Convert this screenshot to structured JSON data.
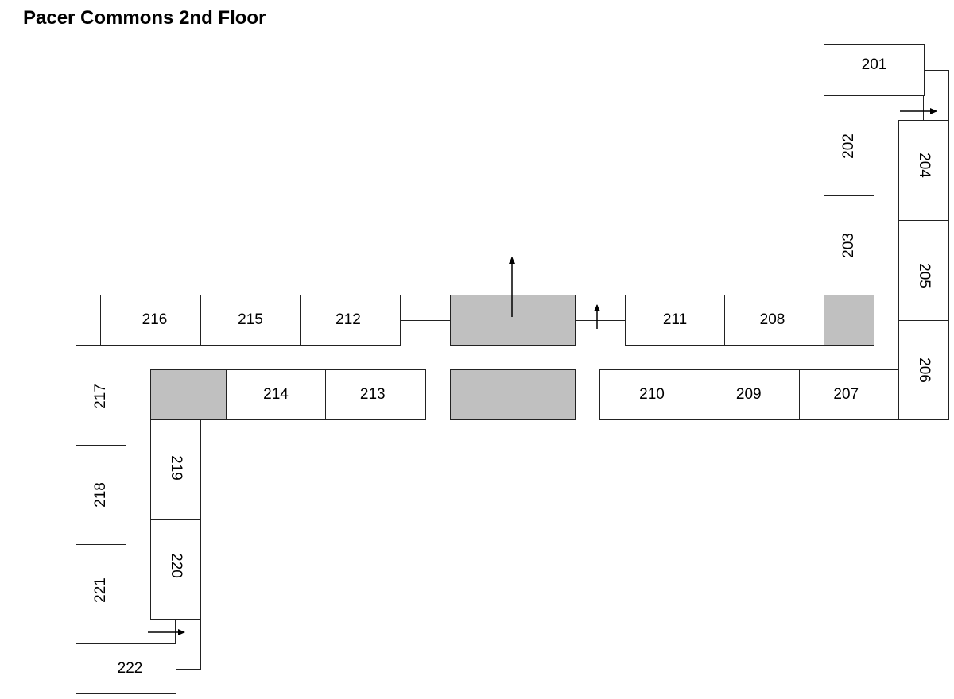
{
  "title": "Pacer Commons 2nd Floor",
  "rooms": {
    "r201": "201",
    "r202": "202",
    "r203": "203",
    "r204": "204",
    "r205": "205",
    "r206": "206",
    "r207": "207",
    "r208": "208",
    "r209": "209",
    "r210": "210",
    "r211": "211",
    "r212": "212",
    "r213": "213",
    "r214": "214",
    "r215": "215",
    "r216": "216",
    "r217": "217",
    "r218": "218",
    "r219": "219",
    "r220": "220",
    "r221": "221",
    "r222": "222"
  },
  "colors": {
    "service_area": "#c0c0c0",
    "outline": "#222222",
    "room_fill": "#ffffff"
  },
  "arrows": [
    "exit-east-top-right",
    "exit-north-center",
    "exit-north-center-right",
    "exit-east-bottom-left"
  ]
}
